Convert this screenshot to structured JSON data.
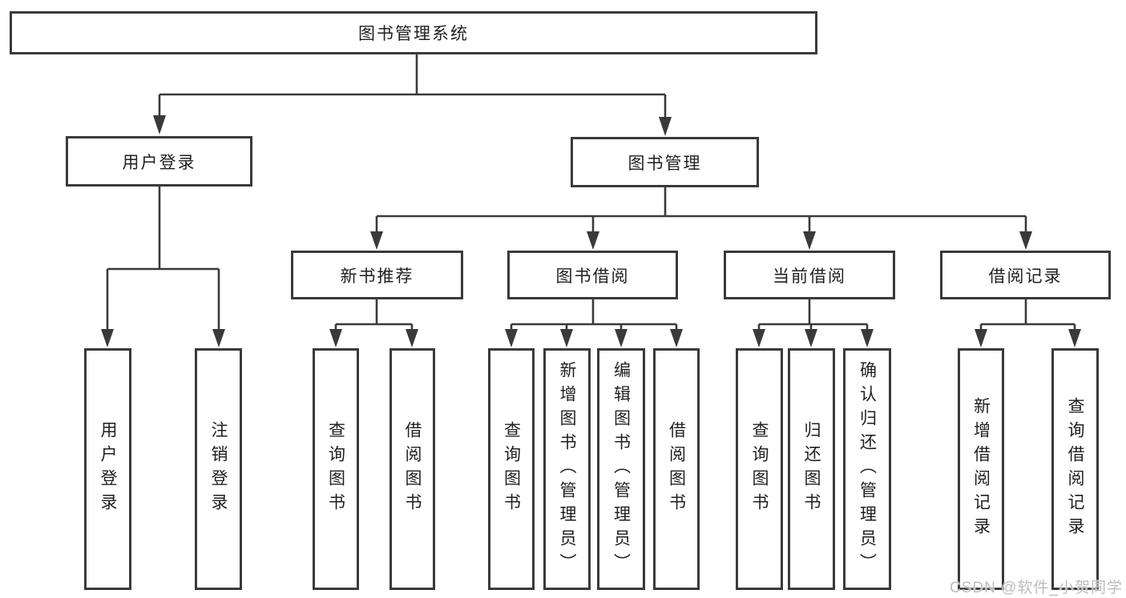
{
  "tree": {
    "root": {
      "label": "图书管理系统"
    },
    "children": [
      {
        "label": "用户登录",
        "children": [
          {
            "label": "用户登录"
          },
          {
            "label": "注销登录"
          }
        ]
      },
      {
        "label": "图书管理",
        "children": [
          {
            "label": "新书推荐",
            "children": [
              {
                "label": "查询图书"
              },
              {
                "label": "借阅图书"
              }
            ]
          },
          {
            "label": "图书借阅",
            "children": [
              {
                "label": "查询图书"
              },
              {
                "label": "新增图书（管理员）"
              },
              {
                "label": "编辑图书（管理员）"
              },
              {
                "label": "借阅图书"
              }
            ]
          },
          {
            "label": "当前借阅",
            "children": [
              {
                "label": "查询图书"
              },
              {
                "label": "归还图书"
              },
              {
                "label": "确认归还（管理员）"
              }
            ]
          },
          {
            "label": "借阅记录",
            "children": [
              {
                "label": "新增借阅记录"
              },
              {
                "label": "查询借阅记录"
              }
            ]
          }
        ]
      }
    ]
  },
  "watermark": {
    "text": "CSDN @软件_小贺同学"
  },
  "colors": {
    "line": "#3a3a3a",
    "box_border": "#3a3a3a",
    "text": "#1f1f1f",
    "watermark": "#bdbdbd",
    "background": "#ffffff"
  }
}
